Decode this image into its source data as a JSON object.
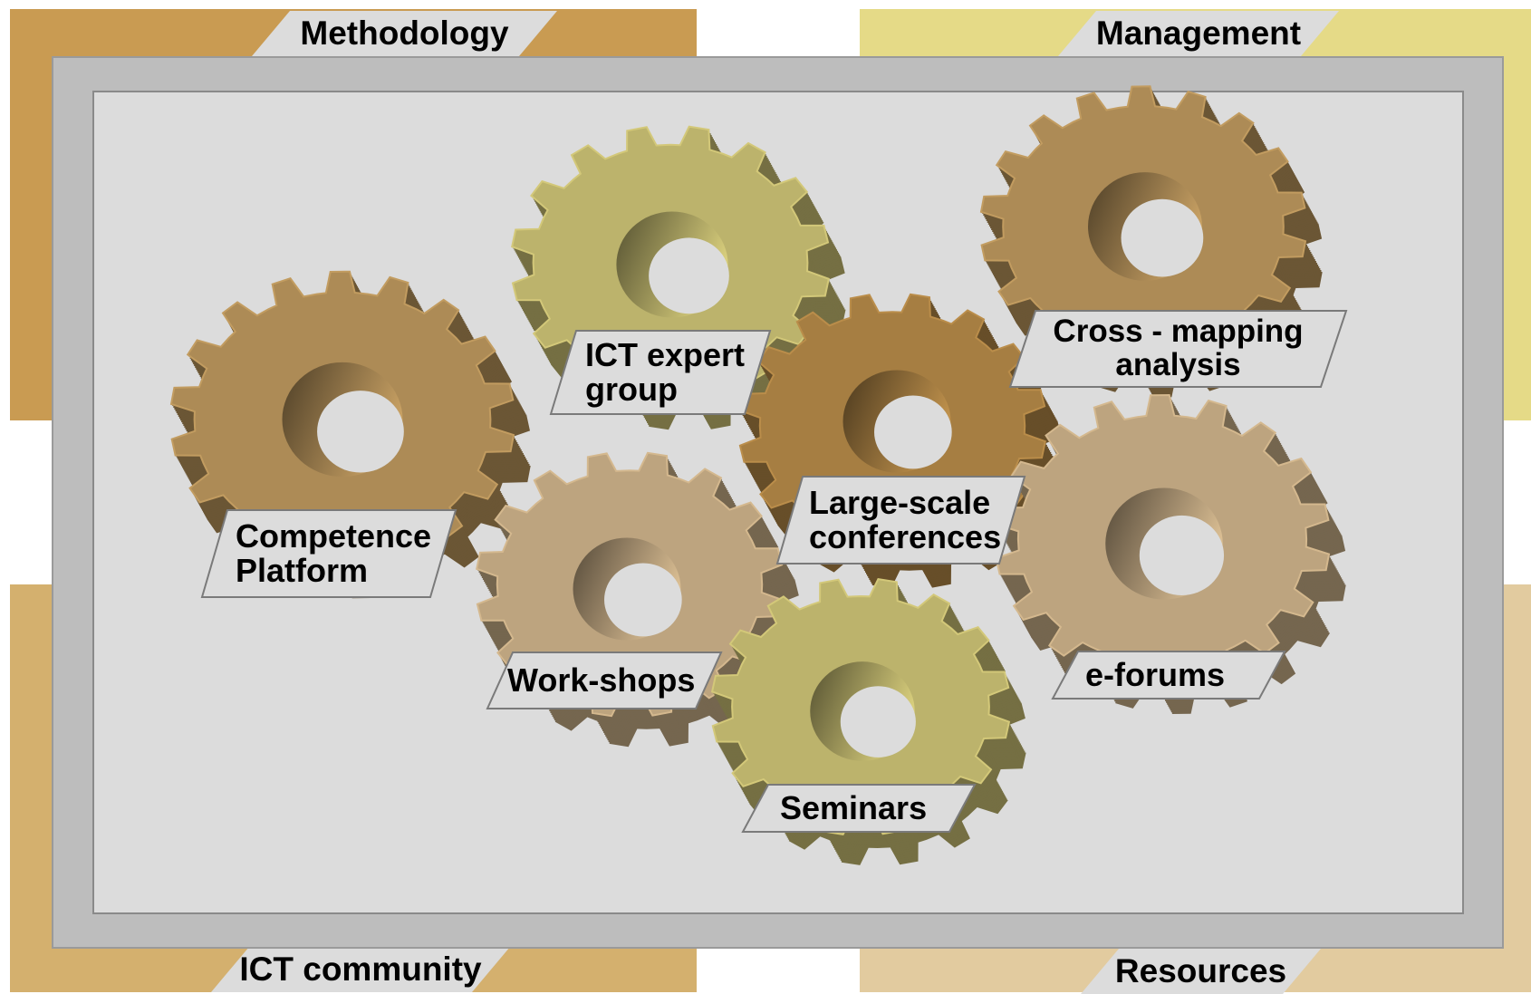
{
  "quadrants": {
    "top_left": {
      "label": "Methodology",
      "color": "#c99b52"
    },
    "top_right": {
      "label": "Management",
      "color": "#e5da87"
    },
    "bottom_left": {
      "label": "ICT community",
      "color": "#d4b06e"
    },
    "bottom_right": {
      "label": "Resources",
      "color": "#e2cb9f"
    }
  },
  "gears": [
    {
      "id": "competence-platform",
      "lines": [
        "Competence",
        "Platform"
      ],
      "color": "#ad8b56"
    },
    {
      "id": "ict-expert-group",
      "lines": [
        "ICT expert",
        "group"
      ],
      "color": "#bcb36c"
    },
    {
      "id": "cross-mapping",
      "lines": [
        "Cross - mapping",
        "analysis"
      ],
      "color": "#ad8b56"
    },
    {
      "id": "large-scale-conferences",
      "lines": [
        "Large-scale",
        "conferences"
      ],
      "color": "#a67e42"
    },
    {
      "id": "work-shops",
      "lines": [
        "Work-shops"
      ],
      "color": "#bda47f"
    },
    {
      "id": "e-forums",
      "lines": [
        "e-forums"
      ],
      "color": "#bda47f"
    },
    {
      "id": "seminars",
      "lines": [
        "Seminars"
      ],
      "color": "#bcb36c"
    }
  ]
}
